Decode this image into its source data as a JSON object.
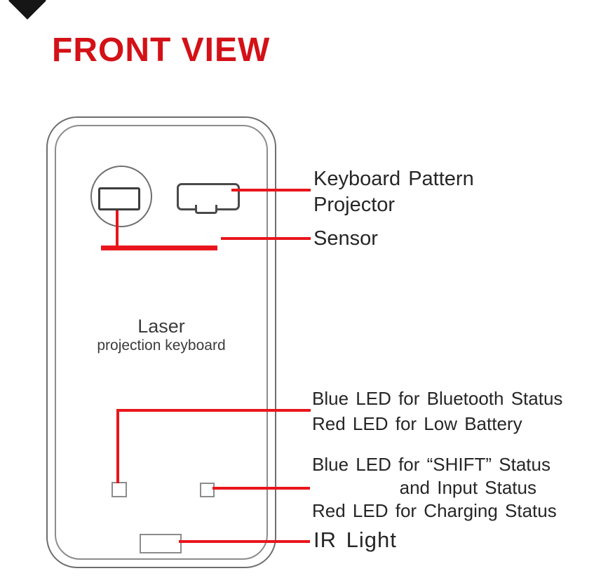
{
  "title": "FRONT VIEW",
  "colors": {
    "accent_red": "#d31117",
    "callout_red": "#e8161c",
    "outline_gray": "#6e6e6e",
    "outline_light": "#8c8c8c",
    "text_dark": "#262626"
  },
  "device": {
    "label_line1": "Laser",
    "label_line2": "projection keyboard"
  },
  "callouts": {
    "projector_line1": "Keyboard Pattern",
    "projector_line2": "Projector",
    "sensor": "Sensor",
    "bluetooth_status": "Blue LED for Bluetooth Status",
    "low_battery": "Red LED for Low Battery",
    "shift_status": "Blue LED for “SHIFT” Status",
    "input_status": "and Input Status",
    "charging_status": "Red LED for Charging Status",
    "ir_light": "IR Light"
  }
}
